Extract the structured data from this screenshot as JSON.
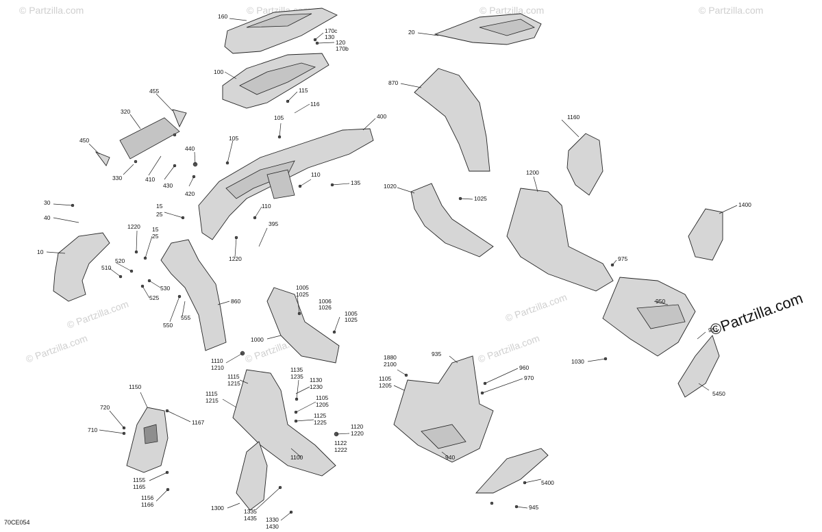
{
  "diagram": {
    "code": "70CE054",
    "brand": "©Partzilla.com",
    "watermark": "© Partzilla.com",
    "labels": [
      "160",
      "170c",
      "130",
      "120",
      "170b",
      "20",
      "100",
      "115",
      "116",
      "870",
      "455",
      "320",
      "105",
      "400",
      "450",
      "105",
      "440",
      "1160",
      "330",
      "410",
      "430",
      "420",
      "110",
      "135",
      "1020",
      "1025",
      "1200",
      "30",
      "15",
      "25",
      "110",
      "1400",
      "40",
      "395",
      "1220",
      "15",
      "25",
      "10",
      "1220",
      "520",
      "975",
      "510",
      "530",
      "525",
      "860",
      "950",
      "1005",
      "1025",
      "550",
      "555",
      "1006",
      "1026",
      "1005",
      "1025",
      "1000",
      "951",
      "1030",
      "1880",
      "2100",
      "935",
      "1110",
      "1210",
      "1135",
      "1235",
      "960",
      "1105",
      "1205",
      "970",
      "1115",
      "1215",
      "1130",
      "1230",
      "1150",
      "1115",
      "1215",
      "1105",
      "1205",
      "720",
      "1167",
      "1125",
      "1225",
      "710",
      "1120",
      "1220",
      "1122",
      "1222",
      "5450",
      "940",
      "1100",
      "5400",
      "1155",
      "1165",
      "1156",
      "1166",
      "945",
      "1300",
      "1335",
      "1435",
      "1330",
      "1430"
    ]
  }
}
